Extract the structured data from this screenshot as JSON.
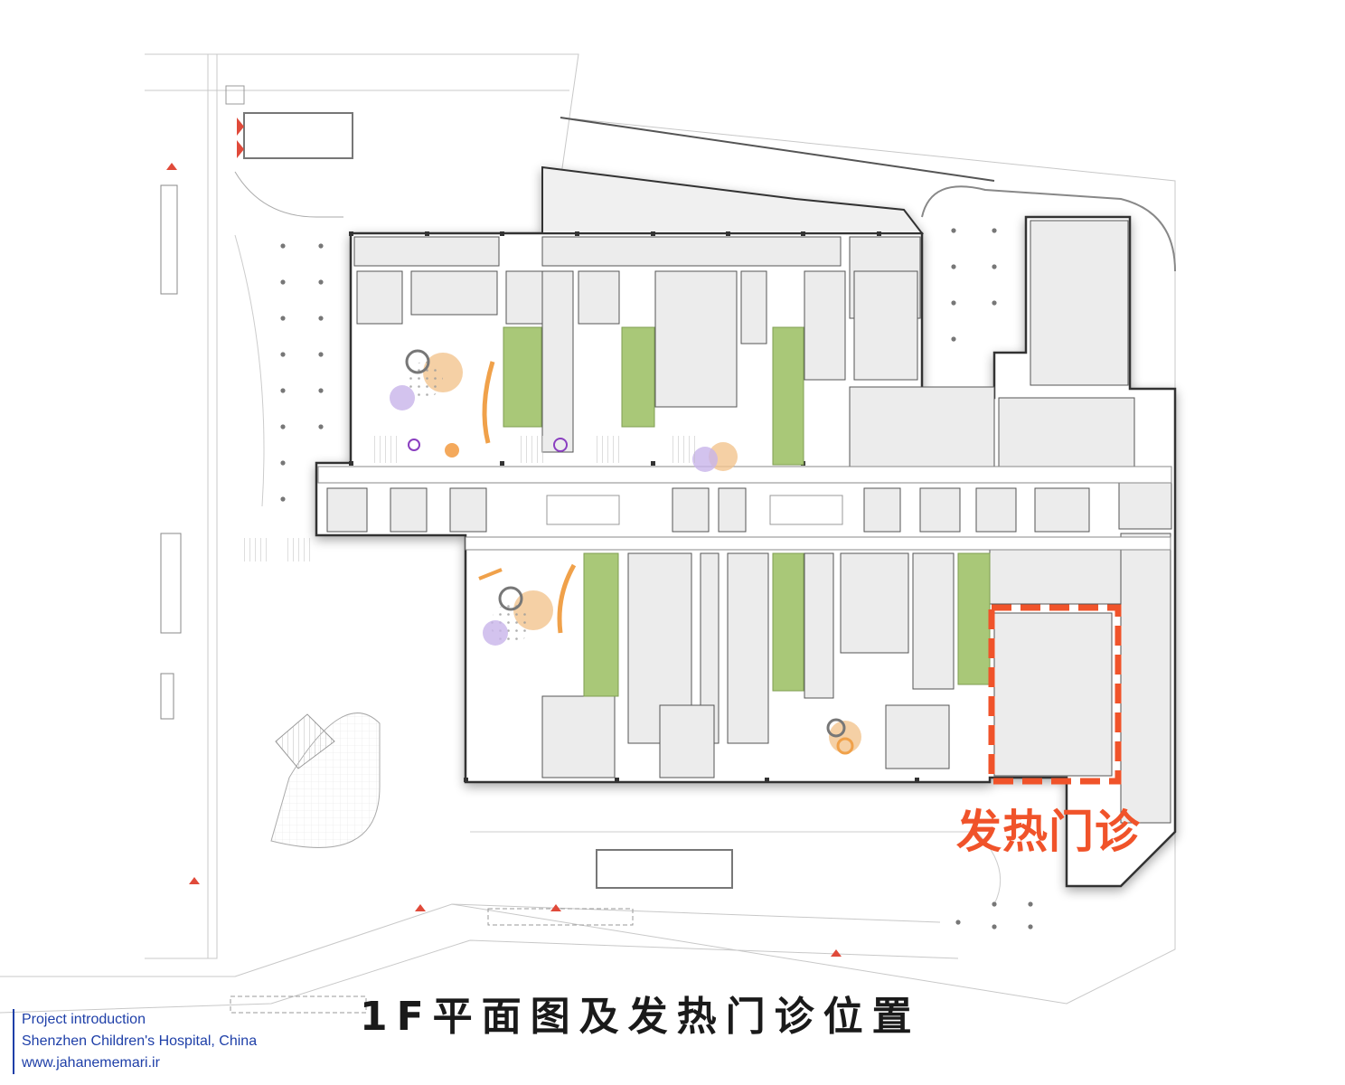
{
  "plan": {
    "fever_clinic_label": "发热门诊",
    "title": "1F平面图及发热门诊位置"
  },
  "credits": {
    "line1": "Project introduction",
    "line2": "Shenzhen Children's Hospital, China",
    "line3": "www.jahanememari.ir"
  },
  "colors": {
    "highlight": "#f0532a",
    "courtyard_green": "#a9c878",
    "wall": "#3a3a3a",
    "room_fill": "#ededed",
    "accent_purple": "#c8b4ea",
    "accent_orange": "#f3b06a",
    "credit_blue": "#1e3fa8"
  }
}
